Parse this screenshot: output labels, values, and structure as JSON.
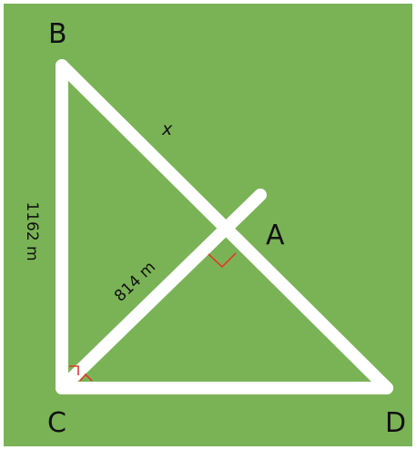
{
  "diagram": {
    "background_color": "#7ab356",
    "frame_color": "#ffffff",
    "road_color": "#ffffff",
    "right_angle_color": "#e03a2a",
    "points": {
      "b": "B",
      "a": "A",
      "c": "C",
      "d": "D"
    },
    "labels": {
      "bc_length": "1162 m",
      "ca_length": "814 m",
      "ba_length": "x"
    }
  }
}
